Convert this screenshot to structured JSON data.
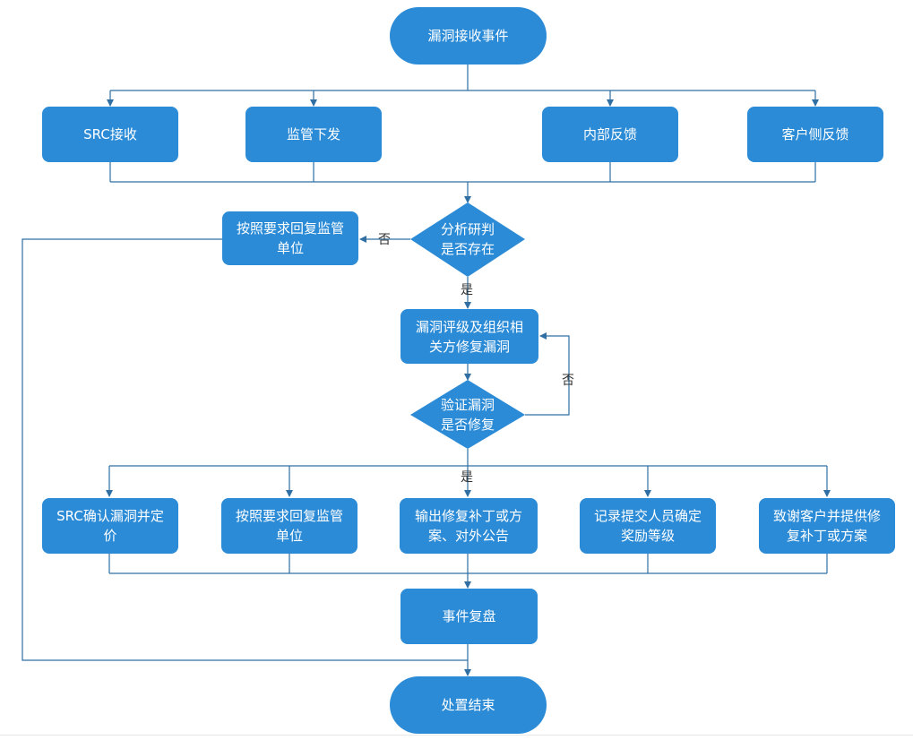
{
  "nodes": {
    "start": "漏洞接收事件",
    "src_receive": "SRC接收",
    "regulator_issue": "监管下发",
    "internal_feedback": "内部反馈",
    "customer_feedback": "客户侧反馈",
    "analyze_line1": "分析研判",
    "analyze_line2": "是否存在",
    "reply_regulator_top_line1": "按照要求回复监管",
    "reply_regulator_top_line2": "单位",
    "rate_fix_line1": "漏洞评级及组织相",
    "rate_fix_line2": "关方修复漏洞",
    "verify_line1": "验证漏洞",
    "verify_line2": "是否修复",
    "src_confirm_line1": "SRC确认漏洞并定",
    "src_confirm_line2": "价",
    "reply_regulator_bottom_line1": "按照要求回复监管",
    "reply_regulator_bottom_line2": "单位",
    "output_patch_line1": "输出修复补丁或方",
    "output_patch_line2": "案、对外公告",
    "record_reward_line1": "记录提交人员确定",
    "record_reward_line2": "奖励等级",
    "thank_customer_line1": "致谢客户并提供修",
    "thank_customer_line2": "复补丁或方案",
    "review": "事件复盘",
    "end": "处置结束"
  },
  "labels": {
    "no_exist": "否",
    "yes_exist": "是",
    "no_fixed": "否",
    "yes_fixed": "是"
  },
  "colors": {
    "node_fill": "#2b8bd6",
    "connector": "#2f6fa3",
    "text_on_node": "#ffffff"
  }
}
